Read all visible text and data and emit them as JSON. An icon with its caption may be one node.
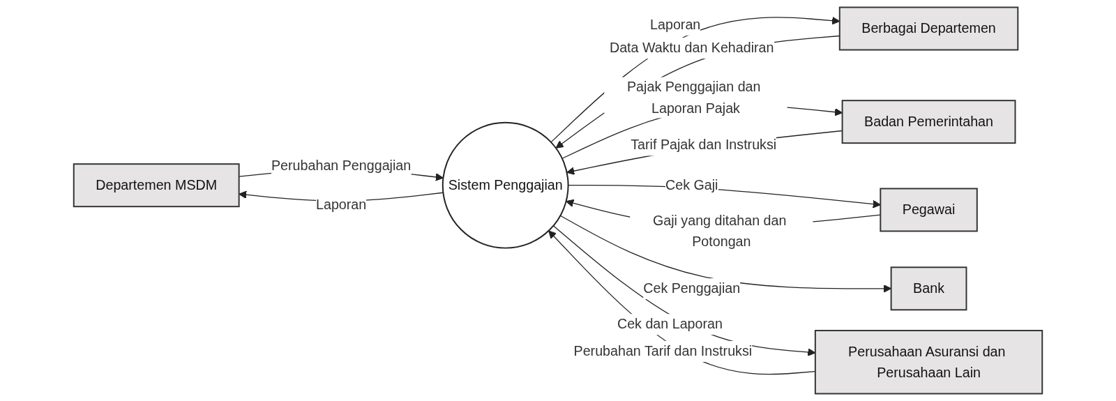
{
  "diagram": {
    "nodes": [
      {
        "text": [
          "Departemen MSDM"
        ]
      },
      {
        "text": [
          "Berbagai Departemen"
        ]
      },
      {
        "text": [
          "Badan Pemerintahan"
        ]
      },
      {
        "text": [
          "Sistem Penggajian"
        ]
      },
      {
        "text": [
          "Pegawai"
        ]
      },
      {
        "text": [
          "Bank"
        ]
      },
      {
        "text": [
          "Perusahaan Asuransi dan Perusahaan Lain"
        ]
      }
    ],
    "edges": [
      {
        "from": 0,
        "to": 3,
        "arrow": "to",
        "label": "Perubahan Penggajian"
      },
      {
        "from": 3,
        "to": 0,
        "arrow": "to",
        "label": "Laporan"
      },
      {
        "from": 1,
        "to": 3,
        "arrow": "to",
        "label": "Data Waktu dan Kehadiran"
      },
      {
        "from": 3,
        "to": 1,
        "arrow": "to",
        "label": "Laporan"
      },
      {
        "from": 3,
        "to": 2,
        "arrow": "to",
        "label": "Pajak Penggajian dan Laporan Pajak"
      },
      {
        "from": 2,
        "to": 3,
        "arrow": "to",
        "label": "Tarif Pajak dan Instruksi"
      },
      {
        "from": 3,
        "to": 4,
        "arrow": "to",
        "label": "Cek Gaji"
      },
      {
        "from": 4,
        "to": 3,
        "arrow": "to",
        "label": "Gaji yang ditahan dan Potongan"
      },
      {
        "from": 3,
        "to": 5,
        "arrow": "to",
        "label": "Cek Penggajian"
      },
      {
        "from": 6,
        "to": 3,
        "arrow": "to",
        "label": "Perubahan Tarif dan Instruksi"
      },
      {
        "from": 3,
        "to": 6,
        "arrow": "to",
        "label": "Cek dan Laporan"
      }
    ]
  }
}
